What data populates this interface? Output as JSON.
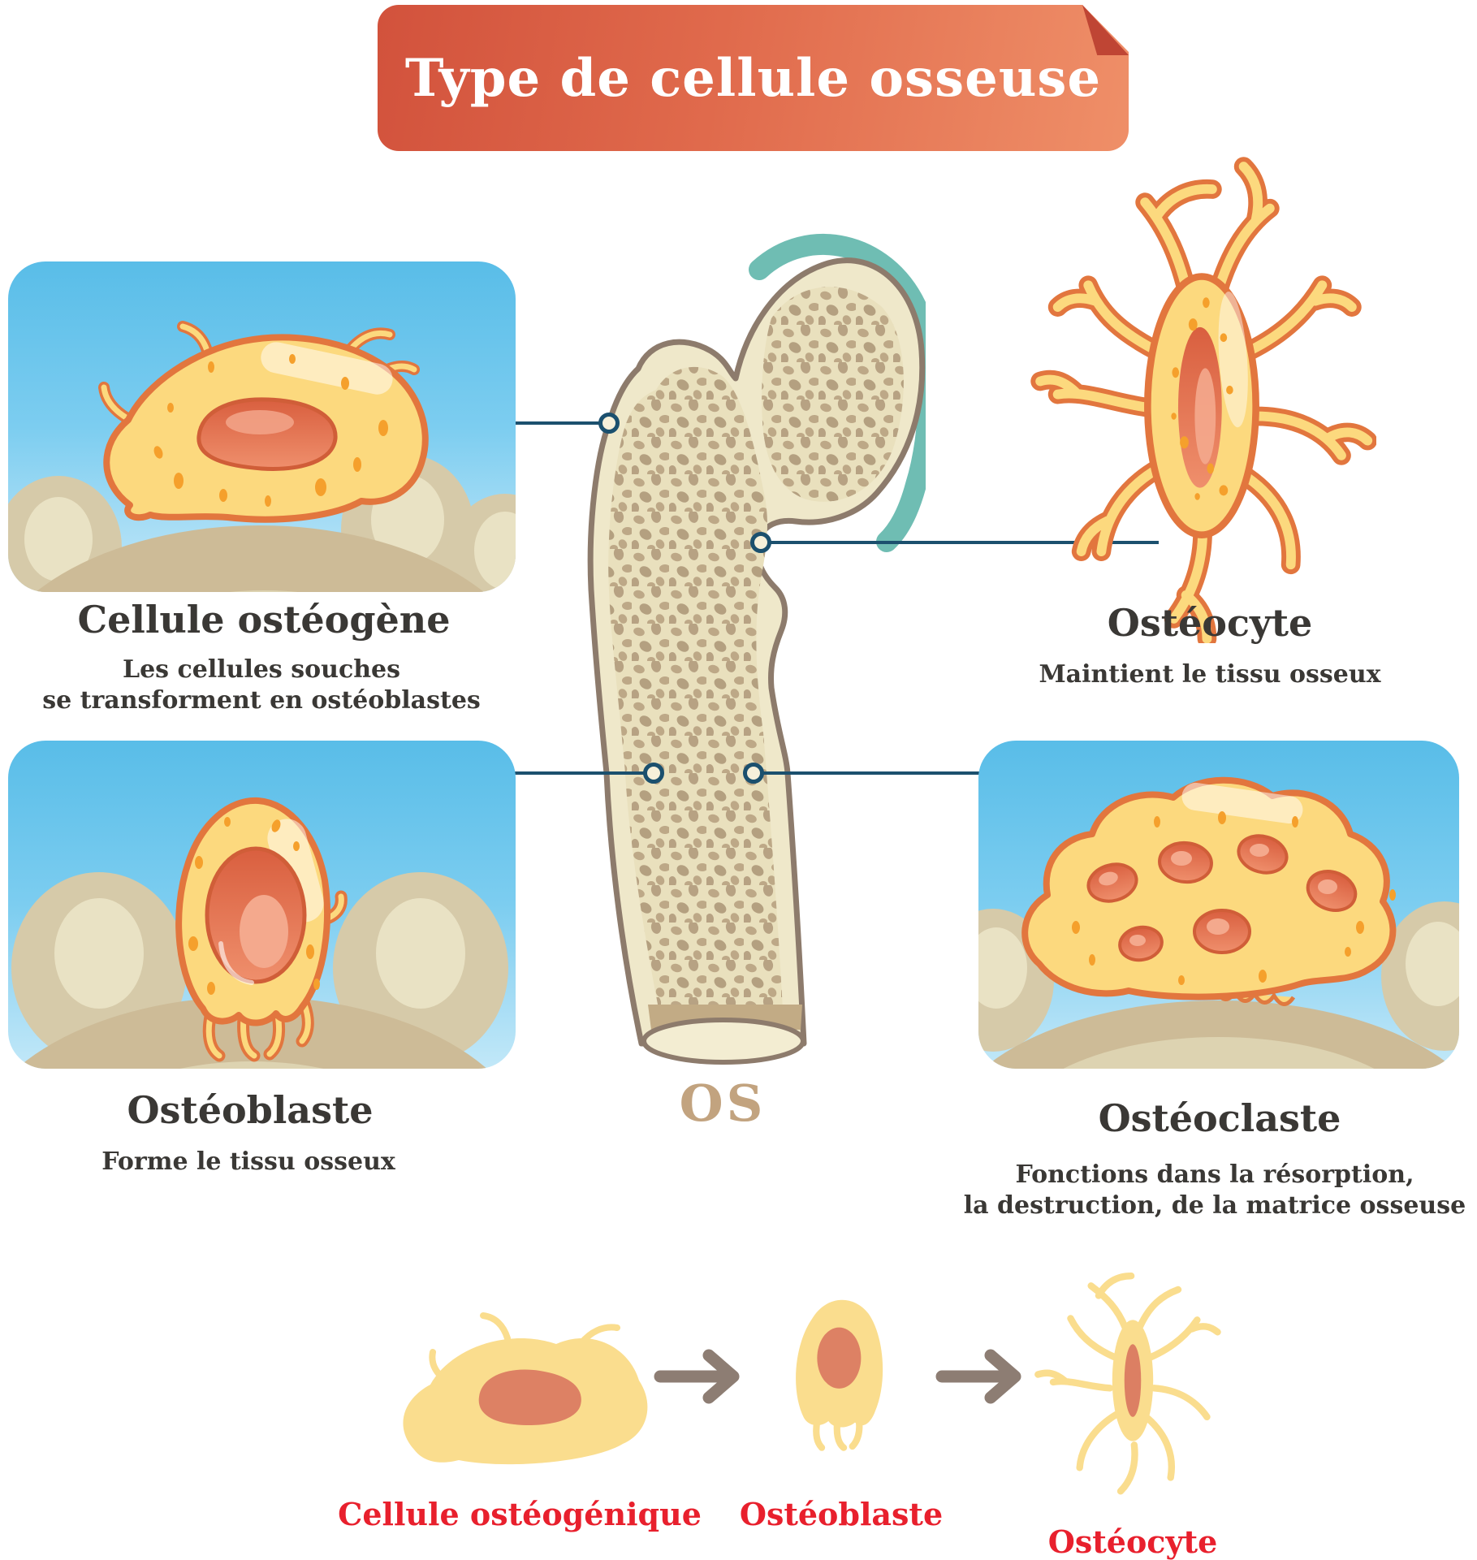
{
  "title": {
    "text": "Type de cellule osseuse"
  },
  "center": {
    "bone_label": "OS"
  },
  "sections": {
    "osteogene": {
      "heading": "Cellule ostéogène",
      "line1": "Les cellules souches",
      "line2": "se transforment en ostéoblastes"
    },
    "osteocyte": {
      "heading": "Ostéocyte",
      "description": "Maintient le tissu osseux"
    },
    "osteoblaste": {
      "heading": "Ostéoblaste",
      "description": "Forme le tissu osseux"
    },
    "osteoclaste": {
      "heading": "Ostéoclaste",
      "line1": "Fonctions dans la résorption,",
      "line2": "la destruction, de la matrice osseuse"
    }
  },
  "sequence": {
    "labels": [
      "Cellule ostéogénique",
      "Ostéoblaste",
      "Ostéocyte"
    ]
  },
  "colors": {
    "banner_gradient_left": "#d2523c",
    "banner_gradient_right": "#ef8f68",
    "banner_fold": "#bf4534",
    "heading_text": "#3a3835",
    "red_label": "#e8202d",
    "connector_line": "#1b506e",
    "panel_sky_top": "#59bde8",
    "panel_sky_bottom": "#c2e8f8",
    "cell_yellow": "#fcd97e",
    "cell_outline": "#e2763e",
    "nucleus_red": "#e06f48",
    "speckle_orange": "#f5a02c",
    "bone_cream": "#efe8ca",
    "bone_outline": "#8d7b6c",
    "spongy_tan": "#bda887",
    "cartilage_teal": "#6fbdb3",
    "os_text": "#c2a37f",
    "arrow_gray": "#8d7d73",
    "ground_tan": "#cdbb97",
    "ground_light": "#ddd3b1"
  }
}
